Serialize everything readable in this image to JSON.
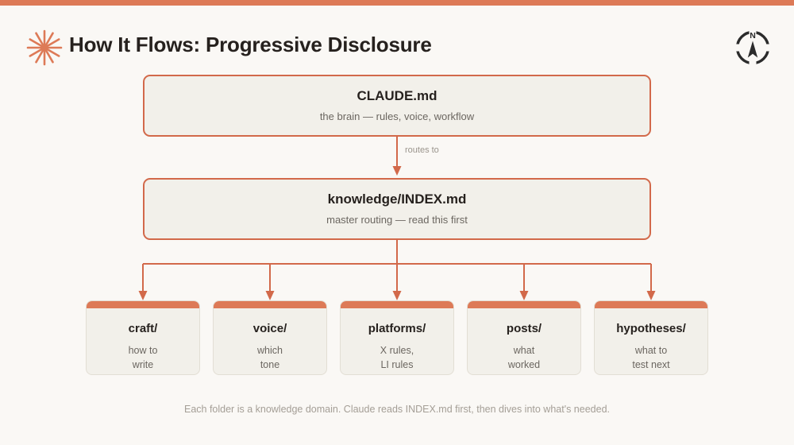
{
  "theme": {
    "accent": "#dd7a57",
    "border_accent": "#d2694a",
    "page_bg": "#faf8f5",
    "box_bg": "#f2f0ea",
    "title_color": "#26211e",
    "muted_color": "#6b6660",
    "caption_color": "#a49e96"
  },
  "header": {
    "title": "How It Flows: Progressive Disclosure",
    "logo_icon": "starburst-icon",
    "compass_icon": "compass-icon",
    "compass_north_label": "N"
  },
  "flow": {
    "root": {
      "title": "CLAUDE.md",
      "subtitle": "the brain — rules, voice, workflow"
    },
    "connector_label": "routes to",
    "index": {
      "title": "knowledge/INDEX.md",
      "subtitle": "master routing — read this first"
    },
    "folders": [
      {
        "name": "craft/",
        "desc": "how to\nwrite"
      },
      {
        "name": "voice/",
        "desc": "which\ntone"
      },
      {
        "name": "platforms/",
        "desc": "X rules,\nLI rules"
      },
      {
        "name": "posts/",
        "desc": "what\nworked"
      },
      {
        "name": "hypotheses/",
        "desc": "what to\ntest next"
      }
    ]
  },
  "footer": {
    "caption": "Each folder is a knowledge domain. Claude reads INDEX.md first, then dives into what's needed."
  }
}
